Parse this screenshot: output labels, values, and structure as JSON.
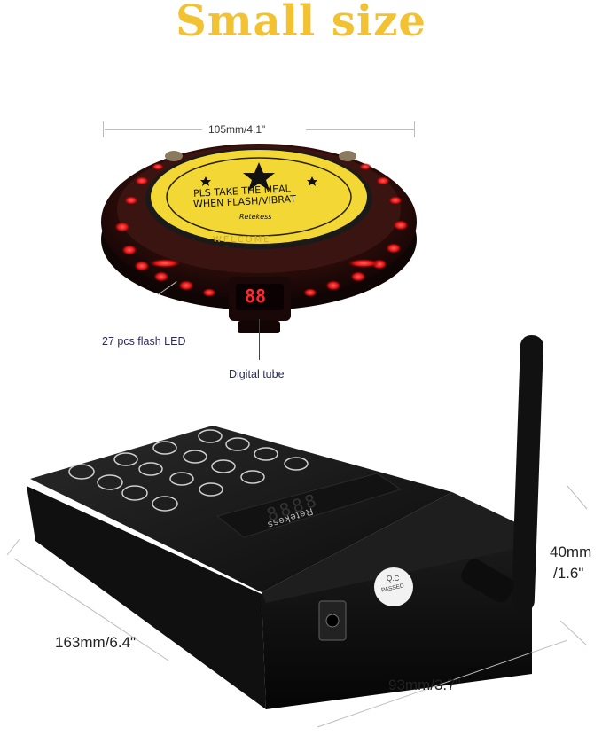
{
  "title": "Small size",
  "pager": {
    "top_label": "PLS TAKE THE MEAL",
    "bottom_label": "WHEN FLASH/VIBRAT",
    "brand": "Retekess",
    "ring_text": "WELCOME",
    "width_dimension": "105mm/4.1\"",
    "led_callout": "27 pcs flash LED",
    "tube_callout": "Digital tube",
    "display_digits": "88"
  },
  "transmitter": {
    "brand": "Retekess",
    "qc_label": "Q.C",
    "qc_status": "PASSED",
    "length_dimension": "163mm/6.4\"",
    "width_dimension": "93mm/3.7\"",
    "height_dimension_mm": "40mm",
    "height_dimension_in": "/1.6\"",
    "display_digits": "8888"
  },
  "colors": {
    "title": "#f2c233",
    "pager_face": "#f3d835",
    "led": "#ff2020",
    "device_body": "#141414"
  }
}
